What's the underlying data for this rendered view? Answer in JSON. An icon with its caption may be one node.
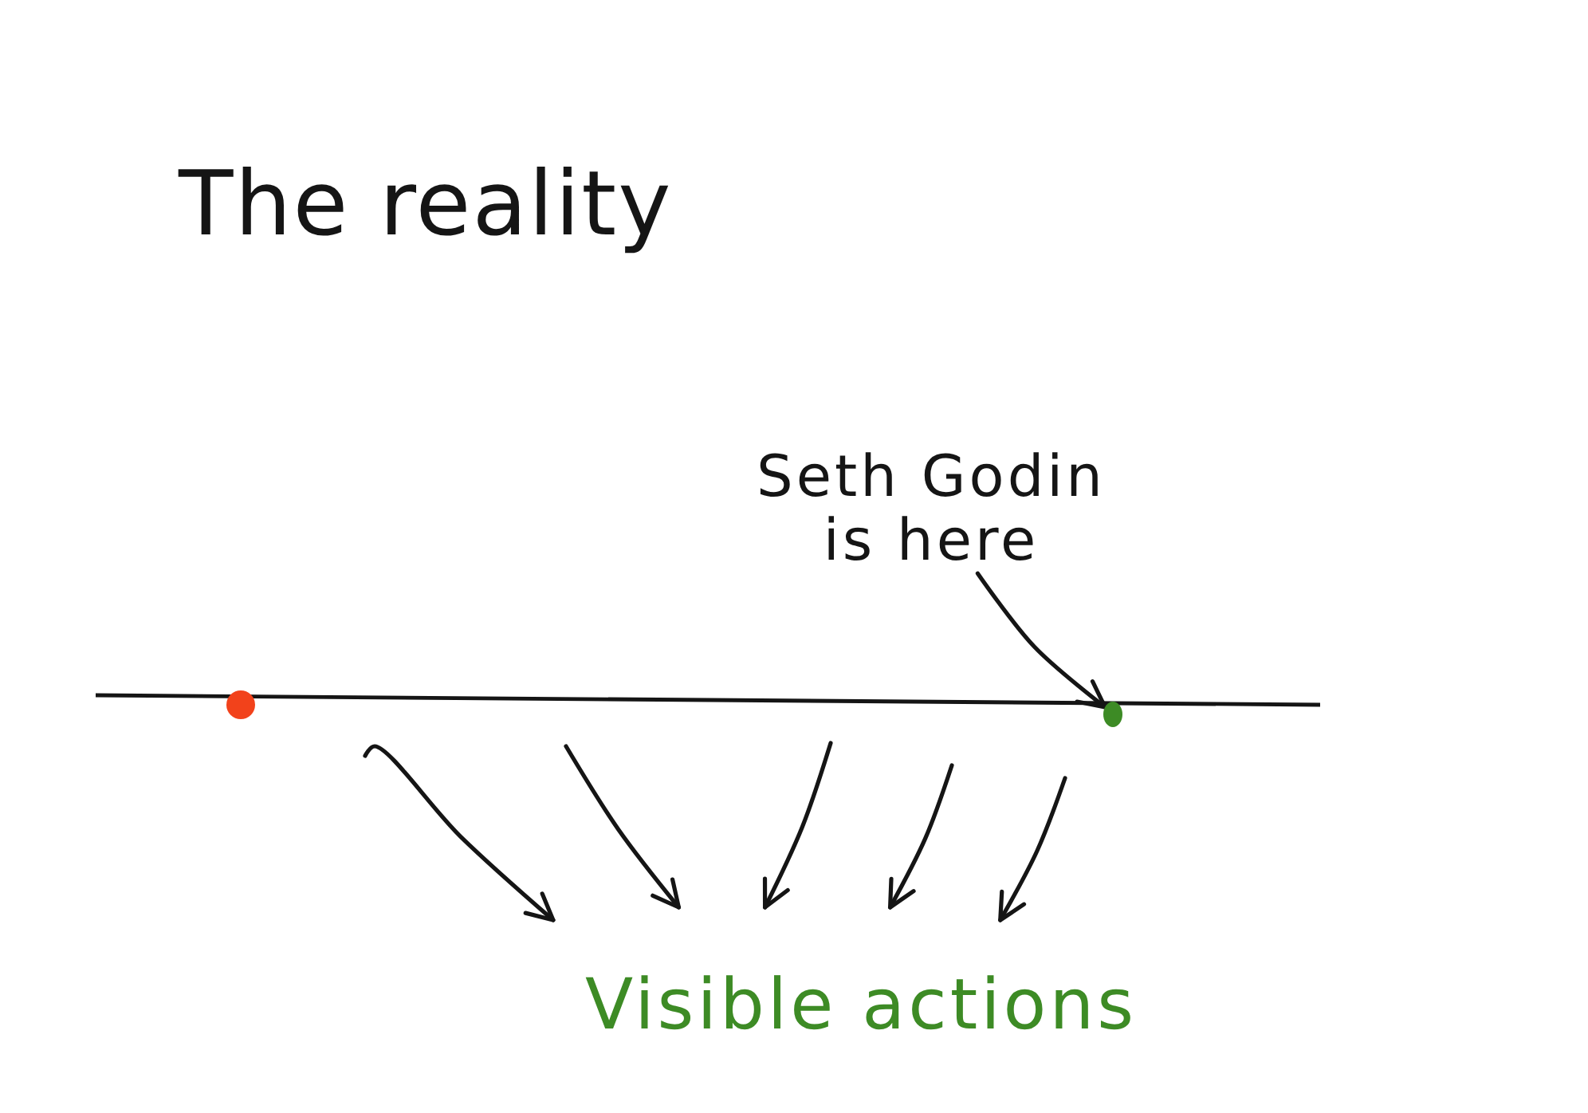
{
  "diagram": {
    "title": "The reality",
    "nodes": [
      {
        "text": [
          "Seth Godin is here"
        ]
      },
      {
        "text": [],
        "shape": "circle"
      },
      {
        "text": [],
        "shape": "circle"
      },
      {
        "text": [
          "Visible actions"
        ]
      }
    ],
    "edges": [
      {
        "from": 0,
        "to": 2,
        "arrow": "to"
      },
      {
        "from": null,
        "to": 3,
        "arrow": "to"
      },
      {
        "from": null,
        "to": 3,
        "arrow": "to"
      },
      {
        "from": null,
        "to": 3,
        "arrow": "to"
      },
      {
        "from": null,
        "to": 3,
        "arrow": "to"
      },
      {
        "from": null,
        "to": 3,
        "arrow": "to"
      }
    ]
  }
}
